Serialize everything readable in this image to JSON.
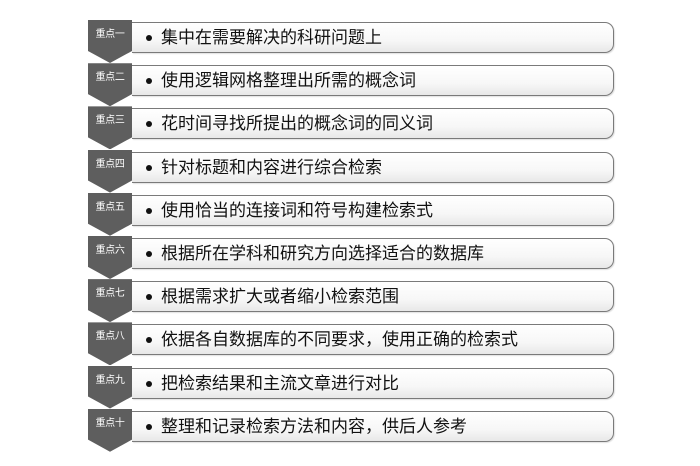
{
  "items": [
    {
      "badge": "重点一",
      "text": "集中在需要解决的科研问题上"
    },
    {
      "badge": "重点二",
      "text": "使用逻辑网格整理出所需的概念词"
    },
    {
      "badge": "重点三",
      "text": "花时间寻找所提出的概念词的同义词"
    },
    {
      "badge": "重点四",
      "text": "针对标题和内容进行综合检索"
    },
    {
      "badge": "重点五",
      "text": "使用恰当的连接词和符号构建检索式"
    },
    {
      "badge": "重点六",
      "text": "根据所在学科和研究方向选择适合的数据库"
    },
    {
      "badge": "重点七",
      "text": "根据需求扩大或者缩小检索范围"
    },
    {
      "badge": "重点八",
      "text": "依据各自数据库的不同要求，使用正确的检索式"
    },
    {
      "badge": "重点九",
      "text": "把检索结果和主流文章进行对比"
    },
    {
      "badge": "重点十",
      "text": "整理和记录检索方法和内容，供后人参考"
    }
  ],
  "colors": {
    "arrow": "#5e5e5e",
    "box_border": "#7a7a7a",
    "text": "#111111"
  }
}
